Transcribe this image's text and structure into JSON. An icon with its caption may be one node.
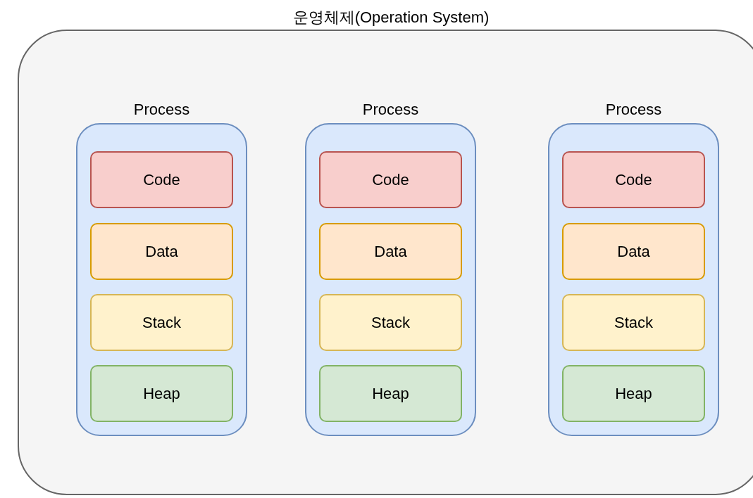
{
  "diagram": {
    "nodes": [
      {
        "text": [
          "운영체제(Operation System)"
        ]
      },
      {
        "text": [
          "Process"
        ],
        "in": 0
      },
      {
        "text": [
          "Code"
        ],
        "in": 1
      },
      {
        "text": [
          "Data"
        ],
        "in": 1
      },
      {
        "text": [
          "Stack"
        ],
        "in": 1
      },
      {
        "text": [
          "Heap"
        ],
        "in": 1
      },
      {
        "text": [
          "Process"
        ],
        "in": 0
      },
      {
        "text": [
          "Code"
        ],
        "in": 6
      },
      {
        "text": [
          "Data"
        ],
        "in": 6
      },
      {
        "text": [
          "Stack"
        ],
        "in": 6
      },
      {
        "text": [
          "Heap"
        ],
        "in": 6
      },
      {
        "text": [
          "Process"
        ],
        "in": 0
      },
      {
        "text": [
          "Code"
        ],
        "in": 11
      },
      {
        "text": [
          "Data"
        ],
        "in": 11
      },
      {
        "text": [
          "Stack"
        ],
        "in": 11
      },
      {
        "text": [
          "Heap"
        ],
        "in": 11
      }
    ],
    "edges": []
  }
}
